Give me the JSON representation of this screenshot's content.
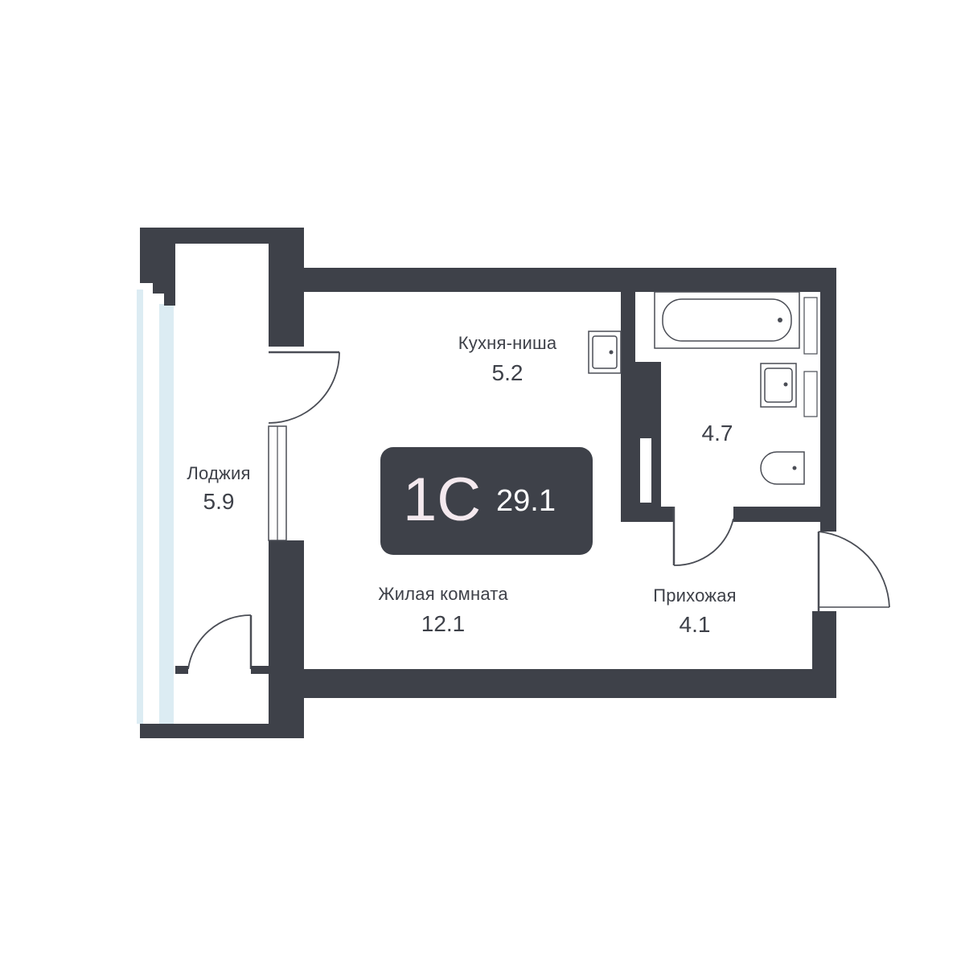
{
  "colors": {
    "wall": "#3e4149",
    "glass": "#dcecf3",
    "badge_text": "#f4e9ee",
    "background": "#ffffff"
  },
  "apartment": {
    "type": "1С",
    "total_area": "29.1"
  },
  "rooms": {
    "kitchen": {
      "label": "Кухня-ниша",
      "area": "5.2"
    },
    "bathroom": {
      "label": "",
      "area": "4.7"
    },
    "loggia": {
      "label": "Лоджия",
      "area": "5.9"
    },
    "living": {
      "label": "Жилая комната",
      "area": "12.1"
    },
    "hallway": {
      "label": "Прихожая",
      "area": "4.1"
    }
  }
}
